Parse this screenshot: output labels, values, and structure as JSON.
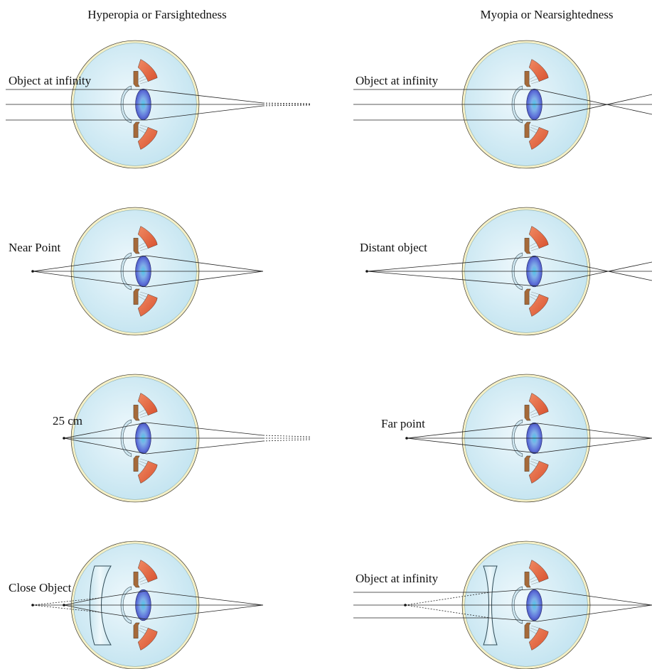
{
  "columns": {
    "left_title": "Hyperopia or Farsightedness",
    "right_title": "Myopia or Nearsightedness"
  },
  "left_panels": [
    {
      "label": "Object at infinity"
    },
    {
      "label": "Near Point"
    },
    {
      "label": "25 cm"
    },
    {
      "label": "Close Object"
    }
  ],
  "right_panels": [
    {
      "label": "Object at infinity"
    },
    {
      "label": "Distant object"
    },
    {
      "label": "Far point"
    },
    {
      "label": "Object at infinity"
    }
  ],
  "colors": {
    "sclera": "#f6f0c8",
    "sclera_stroke": "#3a3528",
    "vitreous": "#d3ecf5",
    "lens": "#5a6fd6",
    "lens_center": "#5ec6e6",
    "muscle": "#e0633f",
    "iris": "#a56a3a",
    "cornea": "#d8ecf4",
    "corrective_lens": "#e2f1f7"
  }
}
